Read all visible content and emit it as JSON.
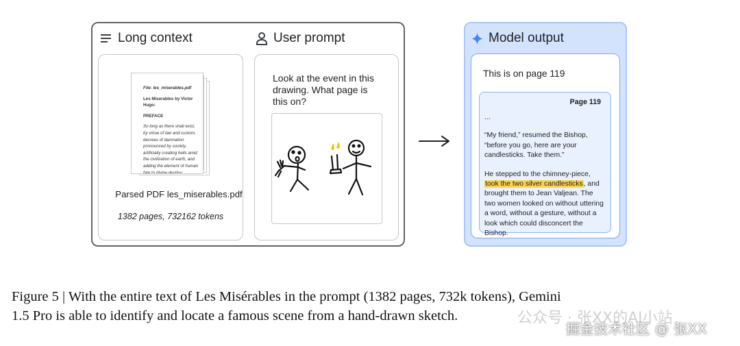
{
  "long_context": {
    "title": "Long context",
    "doc": {
      "file_line": "File: les_miserables.pdf",
      "book_title": "Les Miserables by Victor Hugo:",
      "section": "PREFACE",
      "body": "So long as there shall exist, by virtue of law and custom, decrees of damnation pronounced by society, artificially creating hells amid the civilization of earth, and adding the element of human fate to divine destiny; ..."
    },
    "file_label": "Parsed PDF les_miserables.pdf",
    "stats": "1382 pages, 732162 tokens"
  },
  "user_prompt": {
    "title": "User prompt",
    "question": "Look at the event in this drawing. What page is this on?"
  },
  "model_output": {
    "title": "Model output",
    "answer": "This is on page 119",
    "page_label": "Page 119",
    "ellipsis": "...",
    "paragraph1": "“My friend,” resumed the Bishop, “before you go, here are your candlesticks. Take them.”",
    "paragraph2_before": "He stepped to the chimney-piece, ",
    "paragraph2_highlight": "took the two silver candlesticks",
    "paragraph2_after": ", and brought them to Jean Valjean. The two women looked on without uttering a word, without a gesture, without a look which could disconcert the Bishop."
  },
  "caption": {
    "line1": "Figure 5 | With the entire text of Les Misérables in the prompt (1382 pages, 732k tokens), Gemini",
    "line2": "1.5 Pro is able to identify and locate a famous scene from a hand-drawn sketch."
  },
  "watermark": {
    "faint": "公众号 · 张XX的AI小站",
    "main": "掘金技术社区 @ 张XX"
  },
  "colors": {
    "highlight": "#fcd34d",
    "sparkle": "#4285f4",
    "model_panel_bg": "#d3e3fd",
    "page_card_bg": "#eaf1fe"
  },
  "icons": [
    "lines-icon",
    "person-icon",
    "sparkle-icon",
    "arrow-right-icon"
  ]
}
